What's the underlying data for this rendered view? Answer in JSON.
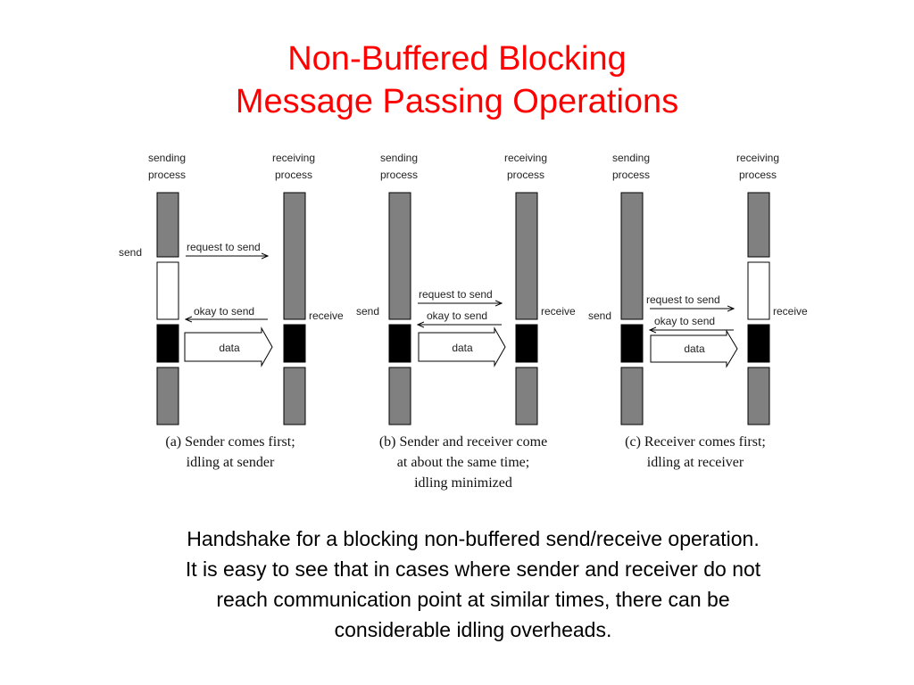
{
  "title": {
    "line1": "Non-Buffered Blocking",
    "line2": "Message Passing Operations"
  },
  "labels": {
    "sending_process_line1": "sending",
    "sending_process_line2": "process",
    "receiving_process_line1": "receiving",
    "receiving_process_line2": "process",
    "send": "send",
    "receive": "receive",
    "request_to_send": "request to send",
    "okay_to_send": "okay to send",
    "data": "data"
  },
  "panels": [
    {
      "caption_line1": "(a) Sender comes first;",
      "caption_line2": "idling at sender",
      "caption_line3": ""
    },
    {
      "caption_line1": "(b) Sender and receiver come",
      "caption_line2": "at about the same time;",
      "caption_line3": "idling minimized"
    },
    {
      "caption_line1": "(c) Receiver comes first;",
      "caption_line2": "idling at receiver",
      "caption_line3": ""
    }
  ],
  "description": {
    "line1": "Handshake for a blocking non-buffered send/receive operation.",
    "line2": "It is easy to see that in cases where sender and receiver do not",
    "line3": "reach communication point at similar times, there can be",
    "line4": "considerable idling overheads."
  },
  "colors": {
    "title": "#ff0000",
    "process_active": "#808080",
    "process_idle": "#ffffff",
    "process_data": "#000000"
  }
}
